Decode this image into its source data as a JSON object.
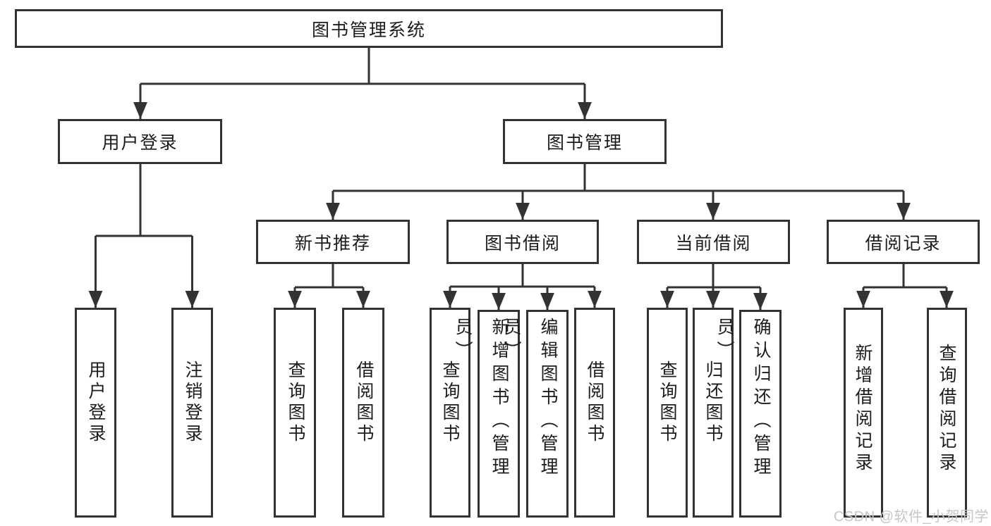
{
  "tree": {
    "root": {
      "label": "图书管理系统"
    },
    "children": [
      {
        "label": "用户登录",
        "children": [
          {
            "label": "用户登录"
          },
          {
            "label": "注销登录"
          }
        ]
      },
      {
        "label": "图书管理",
        "children": [
          {
            "label": "新书推荐",
            "children": [
              {
                "label": "查询图书"
              },
              {
                "label": "借阅图书"
              }
            ]
          },
          {
            "label": "图书借阅",
            "children": [
              {
                "label": "查询图书"
              },
              {
                "label": "新增图书（管理员）"
              },
              {
                "label": "编辑图书（管理员）"
              },
              {
                "label": "借阅图书"
              }
            ]
          },
          {
            "label": "当前借阅",
            "children": [
              {
                "label": "查询图书"
              },
              {
                "label": "归还图书"
              },
              {
                "label": "确认归还（管理员）"
              }
            ]
          },
          {
            "label": "借阅记录",
            "children": [
              {
                "label": "新增借阅记录"
              },
              {
                "label": "查询借阅记录"
              }
            ]
          }
        ]
      }
    ]
  },
  "watermark": "CSDN @软件_小贺同学",
  "colors": {
    "line": "#333333",
    "box_border": "#333333",
    "text": "#1c1c1c",
    "watermark_text": "#c6c6c6",
    "background": "#ffffff"
  }
}
